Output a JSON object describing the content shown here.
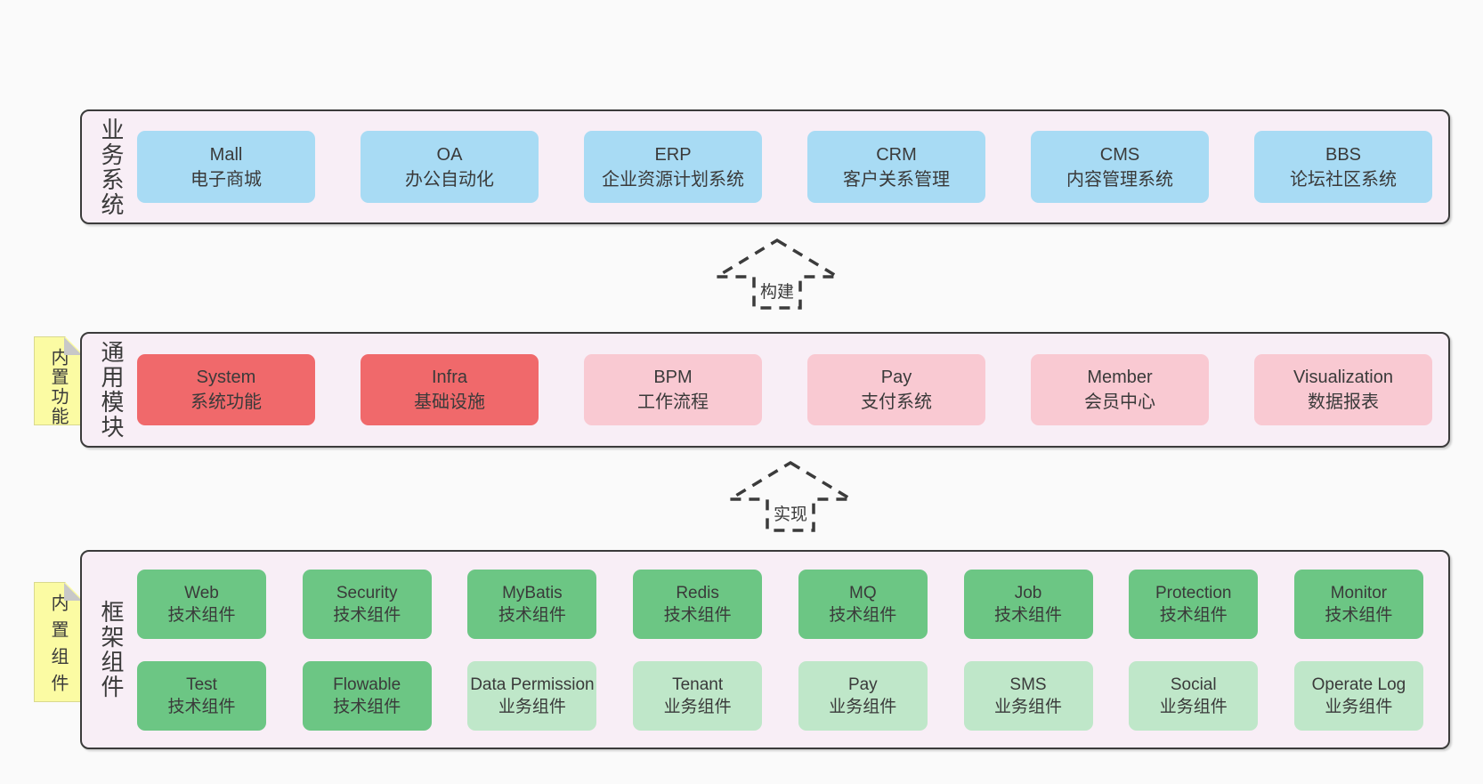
{
  "palette": {
    "canvas_bg": "#fafafa",
    "band_bg": "#f8eef6",
    "band_border": "#3b3b3b",
    "text": "#3a3a3a",
    "blue": "#a8dbf4",
    "red": "#f0696b",
    "pink": "#f9c9d2",
    "green": "#6cc684",
    "green_light": "#bfe7c9",
    "sticky_yellow": "#fbfba3",
    "sticky_fold": "#c8c8c8"
  },
  "arrows": [
    {
      "label": "构建"
    },
    {
      "label": "实现"
    }
  ],
  "bands": [
    {
      "id": "business-systems",
      "label": "业务系统",
      "boxes": [
        {
          "title": "Mall",
          "subtitle": "电子商城"
        },
        {
          "title": "OA",
          "subtitle": "办公自动化"
        },
        {
          "title": "ERP",
          "subtitle": "企业资源计划系统"
        },
        {
          "title": "CRM",
          "subtitle": "客户关系管理"
        },
        {
          "title": "CMS",
          "subtitle": "内容管理系统"
        },
        {
          "title": "BBS",
          "subtitle": "论坛社区系统"
        }
      ]
    },
    {
      "id": "common-modules",
      "label": "通用模块",
      "sticky": "内置功能",
      "boxes": [
        {
          "title": "System",
          "subtitle": "系统功能"
        },
        {
          "title": "Infra",
          "subtitle": "基础设施"
        },
        {
          "title": "BPM",
          "subtitle": "工作流程"
        },
        {
          "title": "Pay",
          "subtitle": "支付系统"
        },
        {
          "title": "Member",
          "subtitle": "会员中心"
        },
        {
          "title": "Visualization",
          "subtitle": "数据报表"
        }
      ]
    },
    {
      "id": "framework-components",
      "label": "框架组件",
      "sticky": "内置组件",
      "rows": [
        [
          {
            "title": "Web",
            "subtitle": "技术组件"
          },
          {
            "title": "Security",
            "subtitle": "技术组件"
          },
          {
            "title": "MyBatis",
            "subtitle": "技术组件"
          },
          {
            "title": "Redis",
            "subtitle": "技术组件"
          },
          {
            "title": "MQ",
            "subtitle": "技术组件"
          },
          {
            "title": "Job",
            "subtitle": "技术组件"
          },
          {
            "title": "Protection",
            "subtitle": "技术组件"
          },
          {
            "title": "Monitor",
            "subtitle": "技术组件"
          }
        ],
        [
          {
            "title": "Test",
            "subtitle": "技术组件"
          },
          {
            "title": "Flowable",
            "subtitle": "技术组件"
          },
          {
            "title": "Data Permission",
            "subtitle": "业务组件"
          },
          {
            "title": "Tenant",
            "subtitle": "业务组件"
          },
          {
            "title": "Pay",
            "subtitle": "业务组件"
          },
          {
            "title": "SMS",
            "subtitle": "业务组件"
          },
          {
            "title": "Social",
            "subtitle": "业务组件"
          },
          {
            "title": "Operate Log",
            "subtitle": "业务组件"
          }
        ]
      ]
    }
  ]
}
